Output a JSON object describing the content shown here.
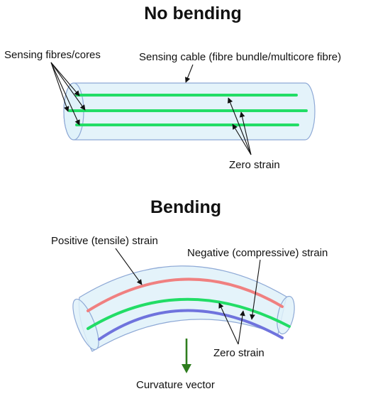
{
  "top": {
    "title": "No bending",
    "fibres_label": "Sensing fibres/cores",
    "cable_label": "Sensing cable (fibre bundle/multicore fibre)",
    "zero_strain_label": "Zero strain"
  },
  "bottom": {
    "title": "Bending",
    "positive_label": "Positive (tensile) strain",
    "negative_label": "Negative (compressive) strain",
    "zero_strain_label": "Zero strain",
    "curvature_label": "Curvature vector"
  },
  "colors": {
    "tube_fill": "#dff1f9",
    "tube_stroke": "#8ea9d6",
    "zero_strain_fibre": "#22dd66",
    "tensile_fibre": "#f08080",
    "compressive_fibre": "#6f73dd",
    "curvature_arrow": "#2e7d1e"
  }
}
